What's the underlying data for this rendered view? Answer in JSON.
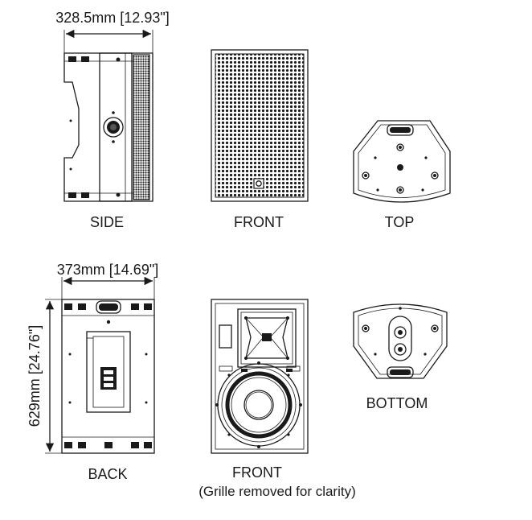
{
  "dimensions": {
    "depth": "328.5mm [12.93\"]",
    "width": "373mm [14.69\"]",
    "height": "629mm [24.76\"]"
  },
  "views": {
    "side": "SIDE",
    "front": "FRONT",
    "top": "TOP",
    "back": "BACK",
    "front_open": "FRONT",
    "front_open_note": "(Grille removed for clarity)",
    "bottom": "BOTTOM"
  }
}
